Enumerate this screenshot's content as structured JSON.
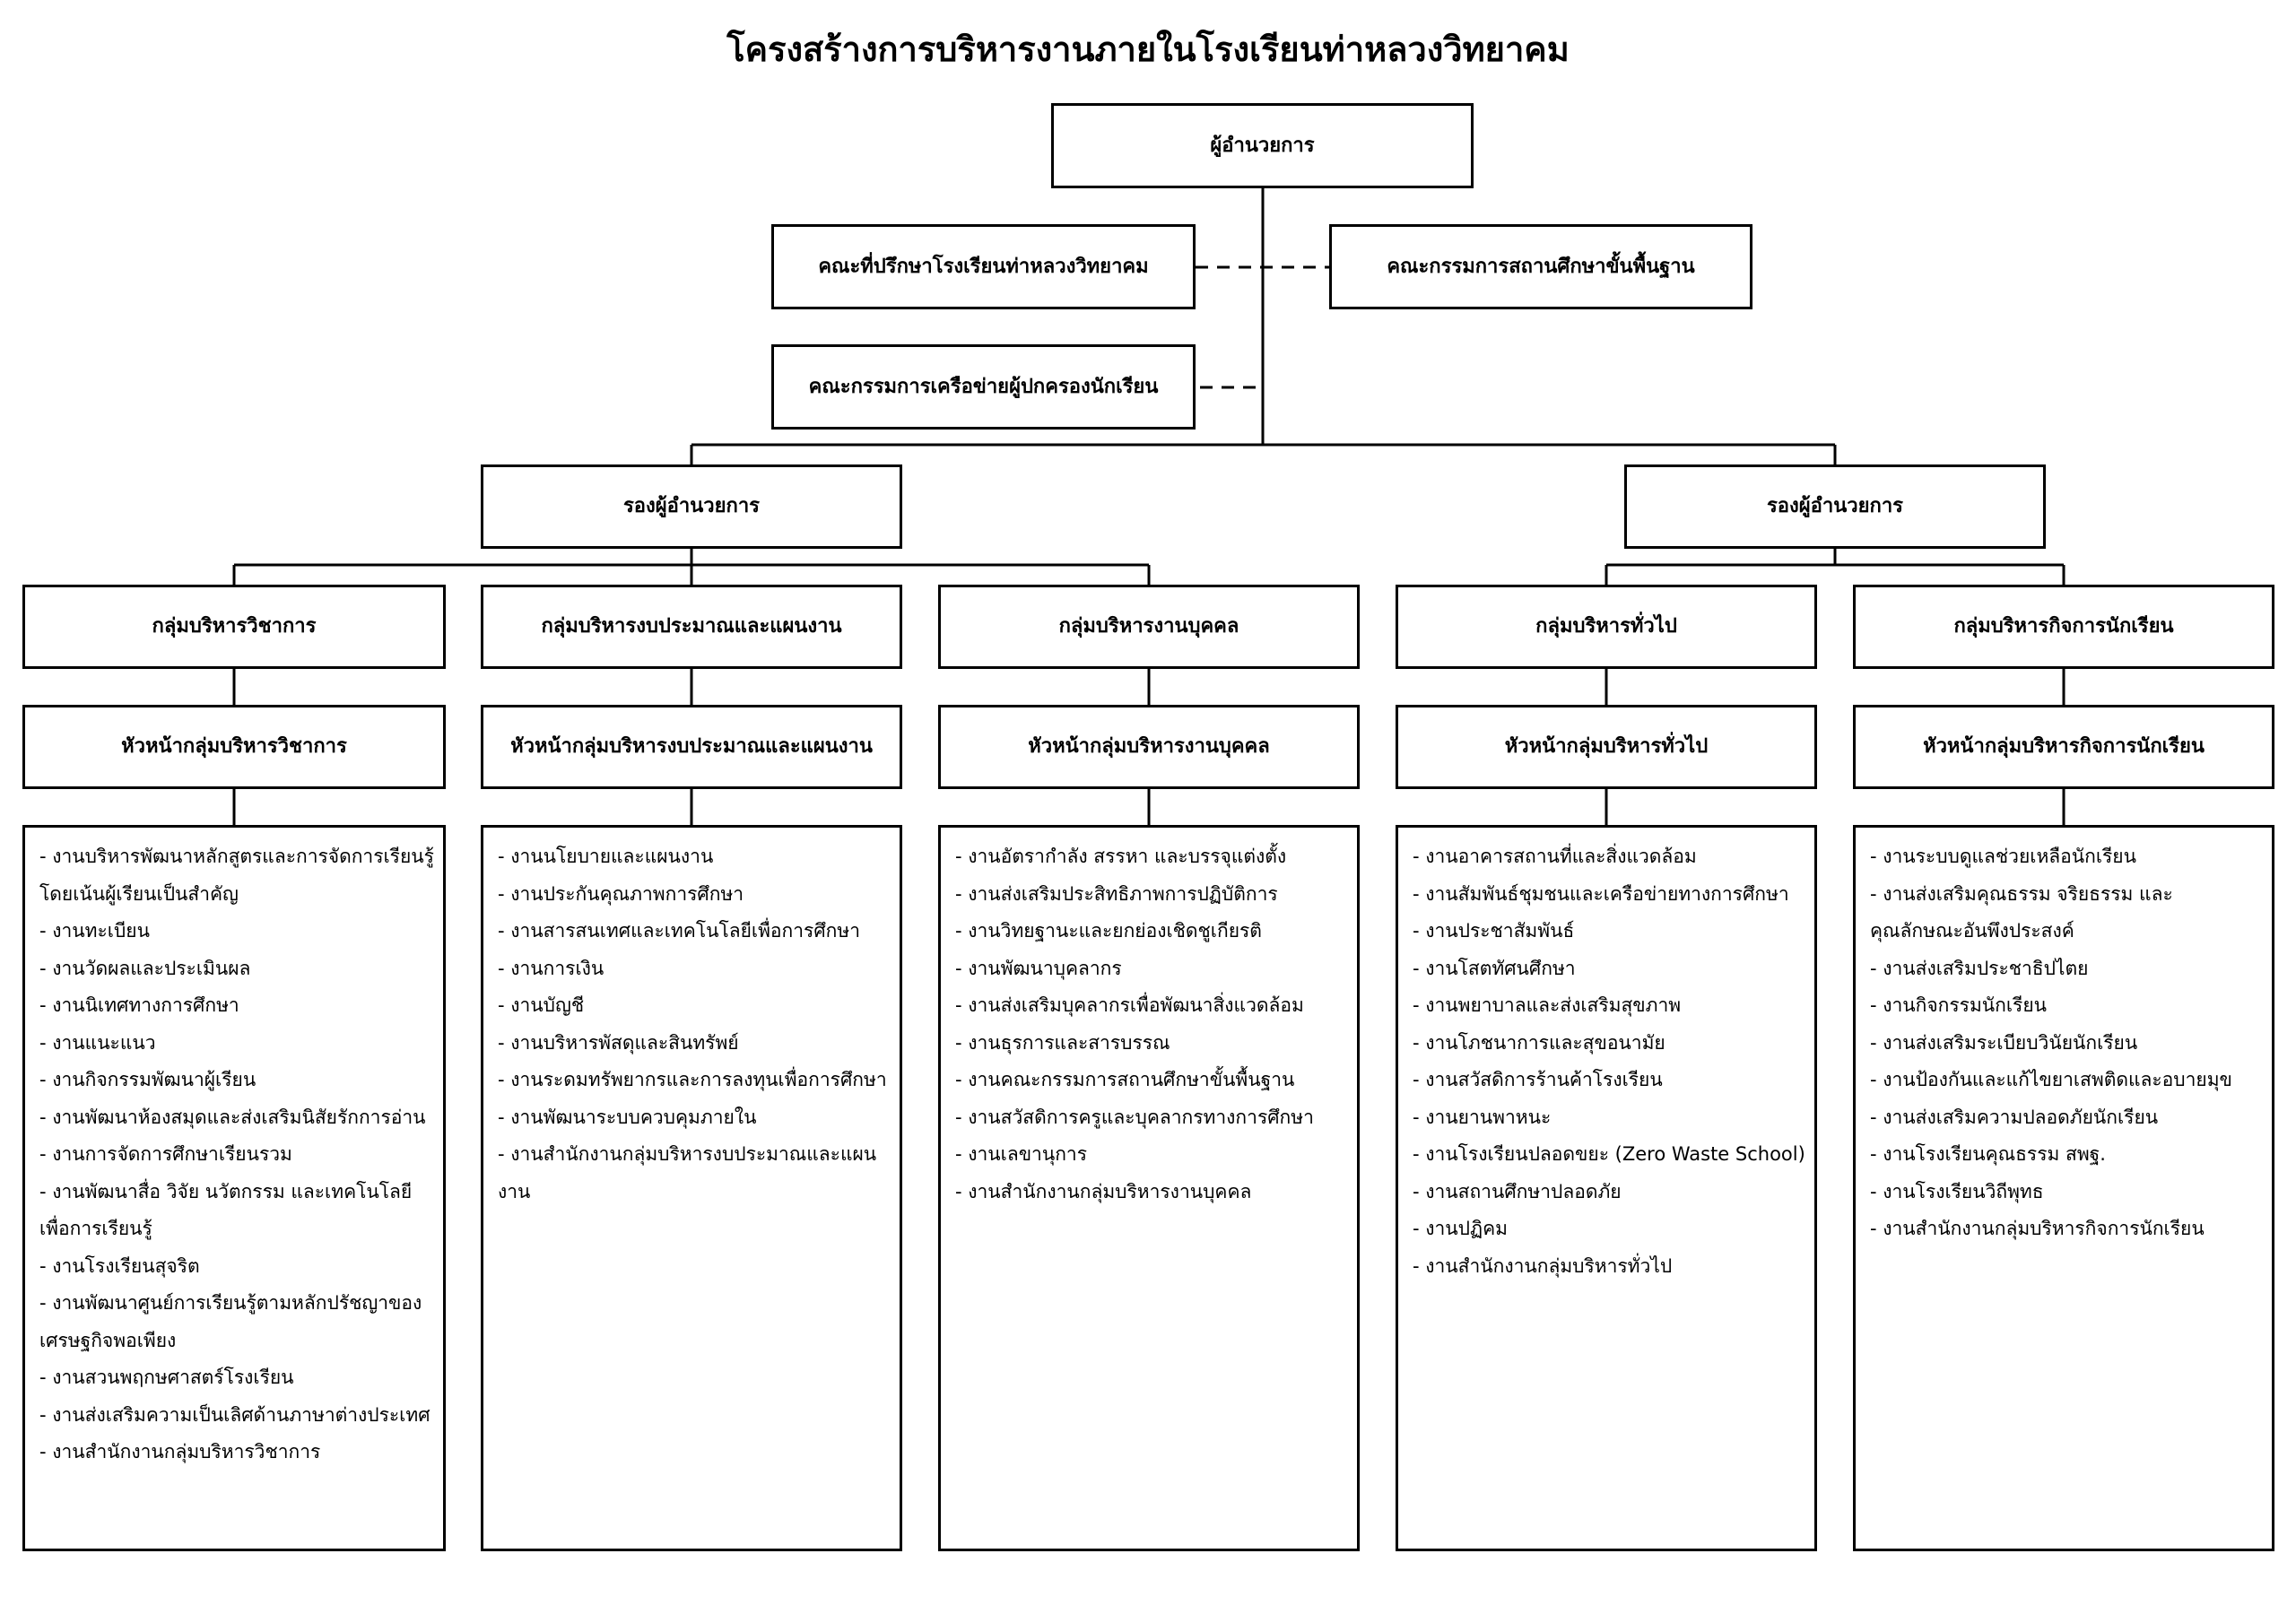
{
  "title": "โครงสร้างการบริหารงานภายในโรงเรียนท่าหลวงวิทยาคม",
  "director": "ผู้อำนวยการ",
  "committees": {
    "advisory": "คณะที่ปรึกษาโรงเรียนท่าหลวงวิทยาคม",
    "basic_education": "คณะกรรมการสถานศึกษาขั้นพื้นฐาน",
    "parent_network": "คณะกรรมการเครือข่ายผู้ปกครองนักเรียน"
  },
  "deputies": {
    "left": "รองผู้อำนวยการ",
    "right": "รองผู้อำนวยการ"
  },
  "groups": [
    {
      "name": "กลุ่มบริหารวิชาการ",
      "head": "หัวหน้ากลุ่มบริหารวิชาการ",
      "tasks": [
        "- งานบริหารพัฒนาหลักสูตรและการจัดการเรียนรู้โดยเน้นผู้เรียนเป็นสำคัญ",
        "- งานทะเบียน",
        "- งานวัดผลและประเมินผล",
        "- งานนิเทศทางการศึกษา",
        "- งานแนะแนว",
        "- งานกิจกรรมพัฒนาผู้เรียน",
        "- งานพัฒนาห้องสมุดและส่งเสริมนิสัยรักการอ่าน",
        "- งานการจัดการศึกษาเรียนรวม",
        "- งานพัฒนาสื่อ วิจัย นวัตกรรม และเทคโนโลยีเพื่อการเรียนรู้",
        "- งานโรงเรียนสุจริต",
        "- งานพัฒนาศูนย์การเรียนรู้ตามหลักปรัชญาของเศรษฐกิจพอเพียง",
        "- งานสวนพฤกษศาสตร์โรงเรียน",
        "- งานส่งเสริมความเป็นเลิศด้านภาษาต่างประเทศ",
        "- งานสำนักงานกลุ่มบริหารวิชาการ"
      ]
    },
    {
      "name": "กลุ่มบริหารงบประมาณและแผนงาน",
      "head": "หัวหน้ากลุ่มบริหารงบประมาณและแผนงาน",
      "tasks": [
        "- งานนโยบายและแผนงาน",
        "- งานประกันคุณภาพการศึกษา",
        "- งานสารสนเทศและเทคโนโลยีเพื่อการศึกษา",
        "- งานการเงิน",
        "- งานบัญชี",
        "- งานบริหารพัสดุและสินทรัพย์",
        "- งานระดมทรัพยากรและการลงทุนเพื่อการศึกษา",
        "- งานพัฒนาระบบควบคุมภายใน",
        "- งานสำนักงานกลุ่มบริหารงบประมาณและแผนงาน"
      ]
    },
    {
      "name": "กลุ่มบริหารงานบุคคล",
      "head": "หัวหน้ากลุ่มบริหารงานบุคคล",
      "tasks": [
        "- งานอัตรากำลัง สรรหา และบรรจุแต่งตั้ง",
        "- งานส่งเสริมประสิทธิภาพการปฏิบัติการ",
        "- งานวิทยฐานะและยกย่องเชิดชูเกียรติ",
        "- งานพัฒนาบุคลากร",
        "- งานส่งเสริมบุคลากรเพื่อพัฒนาสิ่งแวดล้อม",
        "- งานธุรการและสารบรรณ",
        "- งานคณะกรรมการสถานศึกษาขั้นพื้นฐาน",
        "- งานสวัสดิการครูและบุคลากรทางการศึกษา",
        "- งานเลขานุการ",
        "- งานสำนักงานกลุ่มบริหารงานบุคคล"
      ]
    },
    {
      "name": "กลุ่มบริหารทั่วไป",
      "head": "หัวหน้ากลุ่มบริหารทั่วไป",
      "tasks": [
        "- งานอาคารสถานที่และสิ่งแวดล้อม",
        "- งานสัมพันธ์ชุมชนและเครือข่ายทางการศึกษา",
        "- งานประชาสัมพันธ์",
        "- งานโสตทัศนศึกษา",
        "- งานพยาบาลและส่งเสริมสุขภาพ",
        "- งานโภชนาการและสุขอนามัย",
        "- งานสวัสดิการร้านค้าโรงเรียน",
        "- งานยานพาหนะ",
        "- งานโรงเรียนปลอดขยะ (Zero Waste School)",
        "- งานสถานศึกษาปลอดภัย",
        "- งานปฏิคม",
        "- งานสำนักงานกลุ่มบริหารทั่วไป"
      ]
    },
    {
      "name": "กลุ่มบริหารกิจการนักเรียน",
      "head": "หัวหน้ากลุ่มบริหารกิจการนักเรียน",
      "tasks": [
        "- งานระบบดูแลช่วยเหลือนักเรียน",
        "- งานส่งเสริมคุณธรรม จริยธรรม และคุณลักษณะอันพึงประสงค์",
        "- งานส่งเสริมประชาธิปไตย",
        "- งานกิจกรรมนักเรียน",
        "- งานส่งเสริมระเบียบวินัยนักเรียน",
        "- งานป้องกันและแก้ไขยาเสพติดและอบายมุข",
        "- งานส่งเสริมความปลอดภัยนักเรียน",
        "- งานโรงเรียนคุณธรรม สพฐ.",
        "- งานโรงเรียนวิถีพุทธ",
        "- งานสำนักงานกลุ่มบริหารกิจการนักเรียน"
      ]
    }
  ]
}
